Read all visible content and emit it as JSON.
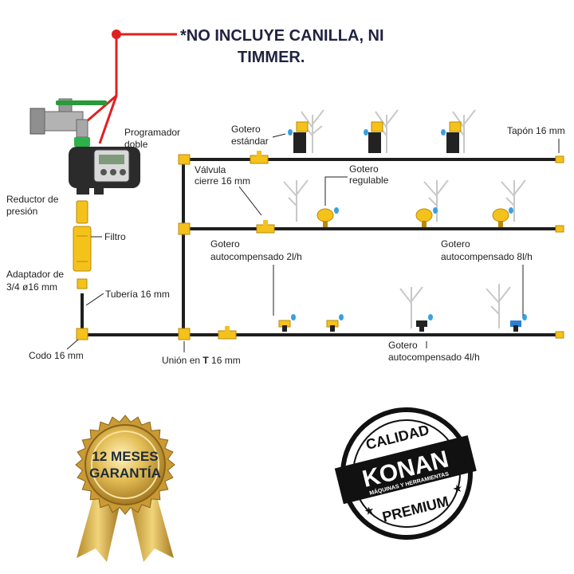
{
  "notice": {
    "line1": "*NO INCLUYE CANILLA, NI",
    "line2": "TIMMER."
  },
  "labels": {
    "programador_1": "Programador",
    "programador_2": "doble",
    "reductor_1": "Reductor de",
    "reductor_2": "presión",
    "filtro": "Filtro",
    "adaptador_1": "Adaptador de",
    "adaptador_2": "3/4  ø16 mm",
    "tuberia": "Tubería 16 mm",
    "codo": "Codo 16 mm",
    "union_prefix": "Unión en ",
    "union_t": "T",
    "union_suffix": " 16 mm",
    "gotero_estandar_1": "Gotero",
    "gotero_estandar_2": "estándar",
    "valvula_1": "Válvula",
    "valvula_2": "cierre 16 mm",
    "gotero_regulable_1": "Gotero",
    "gotero_regulable_2": "regulable",
    "tapon": "Tapón 16 mm",
    "autocomp2_1": "Gotero",
    "autocomp2_2": "autocompensado 2l/h",
    "autocomp8_1": "Gotero",
    "autocomp8_2": "autocompensado 8l/h",
    "autocomp4_1": "Gotero",
    "autocomp4_2": "autocompensado 4l/h"
  },
  "badge": {
    "line1": "12 MESES",
    "line2": "GARANTÍA"
  },
  "stamp": {
    "top": "CALIDAD",
    "brand": "KONAN",
    "sub": "MÁQUINAS Y HERRAMIENTAS",
    "bottom": "PREMIUM"
  },
  "colors": {
    "pipe": "#1e1e1e",
    "fitting": "#f5c21b",
    "water": "#3aa0e0",
    "pointer": "#e02020",
    "gold": "#d4a93a"
  }
}
